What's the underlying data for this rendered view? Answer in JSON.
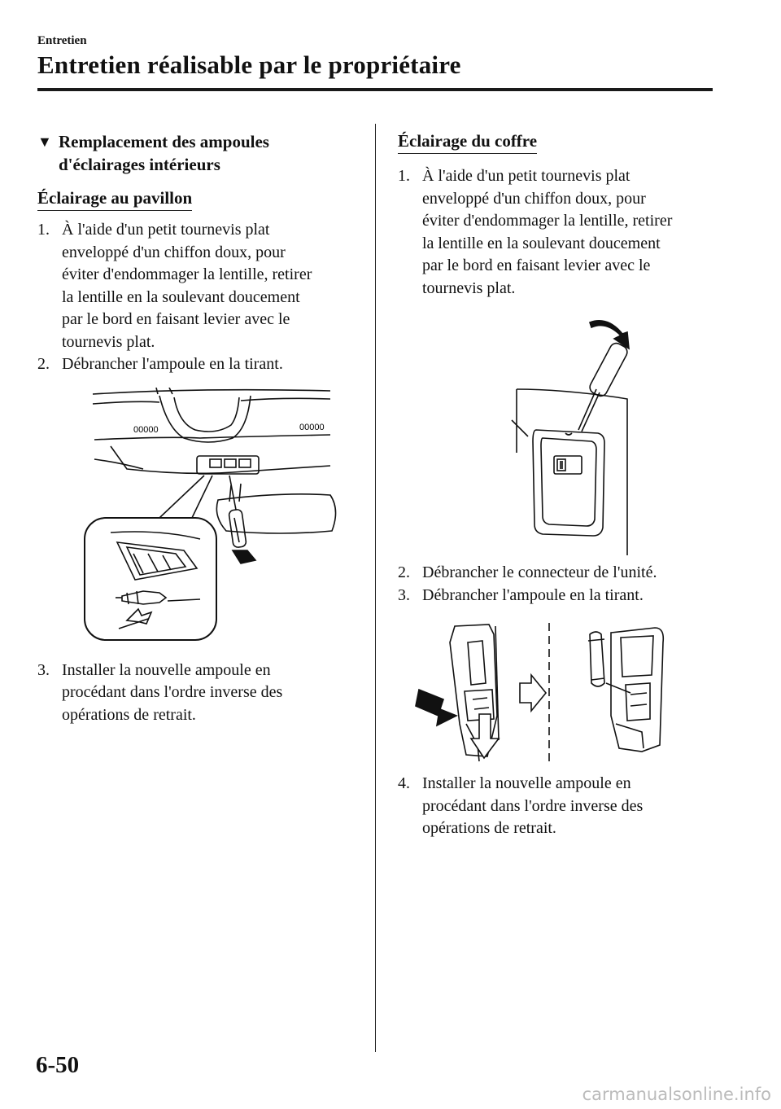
{
  "header": {
    "chapter": "Entretien",
    "title": "Entretien réalisable par le propriétaire"
  },
  "left_column": {
    "section_icon": "triangle-down-icon",
    "section_line1": "Remplacement des ampoules",
    "section_line2": "d'éclairages intérieurs",
    "sub_heading": "Éclairage au pavillon",
    "steps": [
      {
        "num": "1.",
        "lines": [
          "À l'aide d'un petit tournevis plat",
          "enveloppé d'un chiffon doux, pour",
          "éviter d'endommager la lentille, retirer",
          "la lentille en la soulevant doucement",
          "par le bord en faisant levier avec le",
          "tournevis plat."
        ]
      },
      {
        "num": "2.",
        "lines": [
          "Débrancher l'ampoule en la tirant."
        ]
      },
      {
        "num": "3.",
        "lines": [
          "Installer la nouvelle ampoule en",
          "procédant dans l'ordre inverse des",
          "opérations de retrait."
        ]
      }
    ],
    "figure_label_a": "00000",
    "figure_label_b": "00000"
  },
  "right_column": {
    "sub_heading": "Éclairage du coffre",
    "steps": [
      {
        "num": "1.",
        "lines": [
          "À l'aide d'un petit tournevis plat",
          "enveloppé d'un chiffon doux, pour",
          "éviter d'endommager la lentille, retirer",
          "la lentille en la soulevant doucement",
          "par le bord en faisant levier avec le",
          "tournevis plat."
        ]
      },
      {
        "num": "2.",
        "lines": [
          "Débrancher le connecteur de l'unité."
        ]
      },
      {
        "num": "3.",
        "lines": [
          "Débrancher l'ampoule en la tirant."
        ]
      },
      {
        "num": "4.",
        "lines": [
          "Installer la nouvelle ampoule en",
          "procédant dans l'ordre inverse des",
          "opérations de retrait."
        ]
      }
    ]
  },
  "footer": {
    "page_number": "6-50",
    "watermark": "carmanualsonline.info"
  }
}
